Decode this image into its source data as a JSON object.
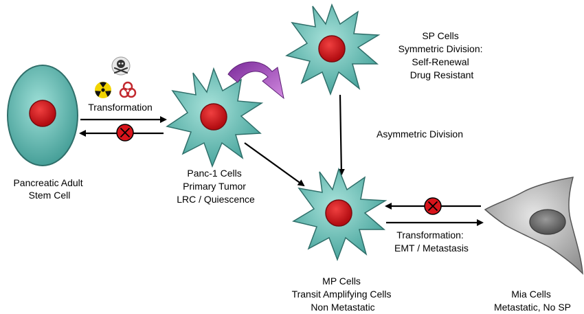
{
  "stem_cell": {
    "label_lines": [
      "Pancreatic Adult",
      "Stem Cell"
    ]
  },
  "transformation_arrow": {
    "label": "Transformation"
  },
  "panc1": {
    "label_lines": [
      "Panc-1 Cells",
      "Primary Tumor",
      "LRC / Quiescence"
    ]
  },
  "sp_cells": {
    "label_lines": [
      "SP Cells",
      "Symmetric Division:",
      "Self-Renewal",
      "Drug Resistant"
    ]
  },
  "asymmetric_division": {
    "label": "Asymmetric Division"
  },
  "mp_cells": {
    "label_lines": [
      "MP Cells",
      "Transit Amplifying Cells",
      "Non Metastatic"
    ]
  },
  "emt_arrow": {
    "label_lines": [
      "Transformation:",
      "EMT / Metastasis"
    ]
  },
  "mia_cells": {
    "label_lines": [
      "Mia Cells",
      "Metastatic, No SP"
    ]
  },
  "icons": [
    "skull-crossbones-icon",
    "radiation-icon",
    "biohazard-icon",
    "blocked-circle-icon"
  ],
  "colors": {
    "cell_fill": "#5fb8b0",
    "cell_stroke": "#2f6f6a",
    "nucleus": "#d8141b",
    "curved_arrow": "#a040b8",
    "mia_fill": "#b9b9b9",
    "mia_nucleus": "#6d6d6d"
  }
}
